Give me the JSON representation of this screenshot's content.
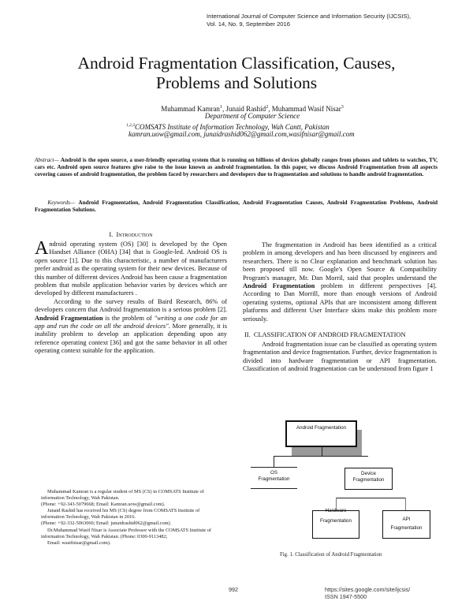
{
  "header": {
    "journal_line1": "International Journal of Computer Science and Information Security (IJCSIS),",
    "journal_line2": "Vol. 14, No. 9, September 2016"
  },
  "title": {
    "line1": "Android Fragmentation Classification, Causes,",
    "line2": "Problems and Solutions"
  },
  "authors": {
    "names": [
      {
        "name": "Muhammad Kamran",
        "sup": "1"
      },
      {
        "name": "Junaid Rashid",
        "sup": "2"
      },
      {
        "name": "Muhammad Wasif Nisar",
        "sup": "3"
      }
    ],
    "department": "Department of Computer Science",
    "institution_sup": "1,2,3",
    "institution": "COMSATS Institute of Information Technology, Wah Cantt, Pakistan",
    "emails": "kamran.uow@gmail.com, junaidrashid062@gmail.com,wasifnisar@gmail.com"
  },
  "abstract": {
    "label": "Abstract—",
    "bold_text": "Android is the open source, a user-friendly operating system that is running on billions of devices globally ranges from phones and tablets to watches, TV, cars etc. Android open source features give raise to the issue known as android fragmentation.",
    "text": "In this paper, we discuss Android Fragmentation from all aspects covering causes of android fragmentation, the problem faced by researchers and developers due to fragmentation and solutions to handle android fragmentation."
  },
  "keywords": {
    "label": "Keywords—",
    "text": "Android Fragmentation, Android Fragmentation Classification, Android Fragmentation Causes, Android Fragmentation Problems, Android Fragmentation Solutions."
  },
  "section1": {
    "number": "I.",
    "title": "Introduction",
    "dropcap": "A",
    "p1_rest": "ndroid operating system (OS) [30] is developed by the Open Handset Alliance (OHA) [34] that is Google-led. Android OS is open source [1]. Due to this characteristic, a number of manufacturers prefer android as the operating system for their new devices. Because of this number of different devices Android has been cause a fragmentation problem that mobile application behavior varies by devices which are developed by different manufacturers .",
    "p2_a": "According to the survey results of Baird Research, 86% of developers concern that Android fragmentation is a serious problem [2]. ",
    "p2_bold": "Android Fragmentation",
    "p2_b": " is the problem of ",
    "p2_quote": "\"writing a one code for an app and run the code on all the android devices\"",
    "p2_c": ". More generally, it is inability problem to develop an application depending upon any reference operating context [36] and got the same behavior in all other operating context suitable for the application.",
    "p3_a": "The fragmentation in Android has been identified as a critical problem in among developers and has been discussed by engineers and researchers. There is no Clear explanation and benchmark solution has been proposed till now. Google's Open Source & Compatibility Program's manager, Mr. Dan Morril, said that peoples understand the ",
    "p3_bold": "Android Fragmentation",
    "p3_b": " problem in different perspectives [4]. According to Dan Morrill, more than enough versions of Android operating systems, optional APIs that are inconsistent among different platforms and different User Interface skins make this problem more seriously."
  },
  "section2": {
    "number": "II.",
    "title": "CLASSIFICATION OF ANDROID FRAGMENTATION",
    "p1": "Android fragmentation issue can be classified as operating system fragmentation and device fragmentation. Further, device fragmentation is divided into hardware fragmentation or API fragmentation. Classification of android fragmentation can be understood from figure 1"
  },
  "figure1": {
    "root": "Android Fragmentation",
    "os": [
      "OS",
      "Fragmentation"
    ],
    "device": [
      "Device",
      "Fragmentation"
    ],
    "hardware": [
      "Hardware",
      "Fragmentation"
    ],
    "api": [
      "API",
      "Fragmentation"
    ],
    "caption": "Fig. 1.  Classification of Android Fragmentation"
  },
  "footnotes": {
    "f1": "Muhammad Kamran is a regular student of MS (CS) in COMSATS Institute of information Technology, Wah Pakistan.",
    "f1_contact": "(Phone: +92-343-5079668; Email: Kamran.uow@gmail.com).",
    "f2": "Junaid Rashid has received his MS (CS) degree from COMSATS Institute of information Technology, Wah Pakistan in 2016.",
    "f2_contact": "(Phone: +92-332-5063060; Email: junaidrashid062@gmail.com).",
    "f3": "Dr.Muhammad Wasif Nisar is Associate Professor with the COMSATS Institute of information Technology, Wah Pakistan. (Phone: 0300-9113482;",
    "f3_contact": "Email: wasifnisar@gmail.com)."
  },
  "footer": {
    "page_number": "992",
    "url": "https://sites.google.com/site/ijcsis/",
    "issn": "ISSN 1947-5500"
  }
}
